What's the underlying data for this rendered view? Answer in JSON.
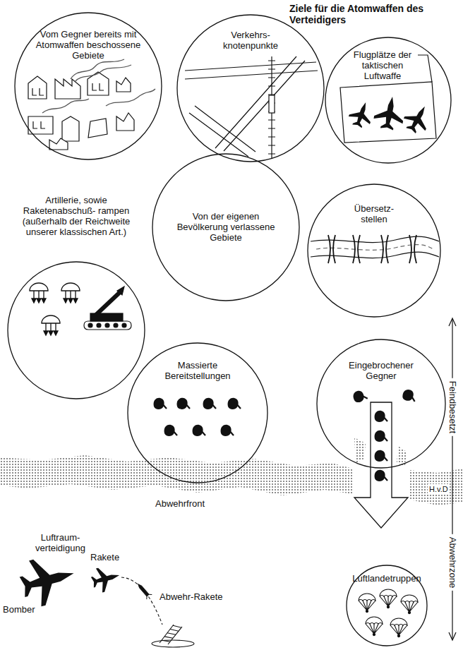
{
  "diagram": {
    "title": "Ziele für die Atomwaffen des Verteidigers",
    "nodes": [
      {
        "text": [
          "Vom Gegner bereits mit Atomwaffen beschossene Gebiete"
        ]
      },
      {
        "text": [
          "Verkehrs- knotenpunkte"
        ]
      },
      {
        "text": [
          "Flugplätze der taktischen Luftwaffe"
        ]
      },
      {
        "text": [
          "Von der eigenen Bevölkerung verlassene Gebiete"
        ]
      },
      {
        "text": [
          "Übersetz- stellen"
        ]
      },
      {
        "text": [
          "Artillerie, sowie Raketenabschuß- rampen (außerhalb der Reichweite unserer klassischen Art.)"
        ]
      },
      {
        "text": [
          "Massierte Bereitstellungen"
        ]
      },
      {
        "text": [
          "Eingebrochener Gegner"
        ]
      },
      {
        "text": [
          "Luftlandetruppen"
        ]
      }
    ],
    "labels": [
      "Luftraum- verteidigung",
      "Bomber",
      "Rakete",
      "Abwehr-Rakete",
      "Abwehrfront",
      "Feindbesetzt",
      "H.v.D",
      "Abwehrzone"
    ]
  }
}
